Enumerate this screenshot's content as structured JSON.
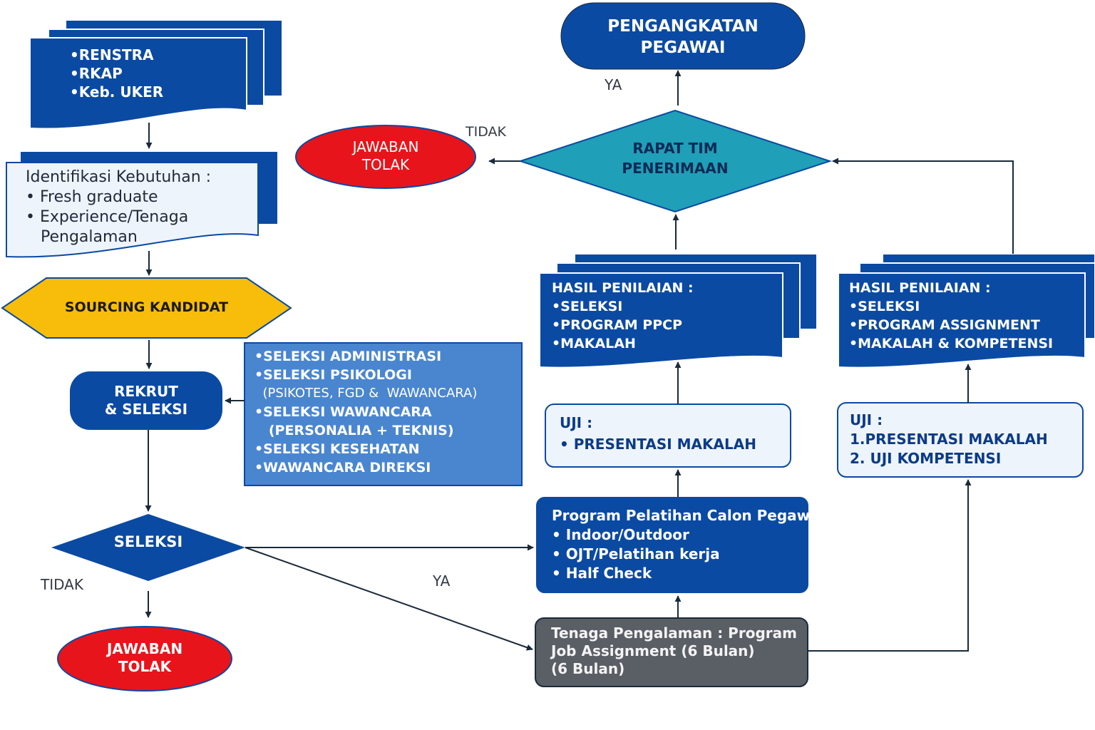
{
  "colors": {
    "dark_blue": "#0b4aa2",
    "mid_blue": "#4a86cf",
    "teal": "#1f9fb8",
    "gold": "#f7bd0a",
    "red": "#e8141b",
    "gray": "#5a5f66",
    "light_fill": "#eef4fc",
    "line": "#1a2a3a"
  },
  "renstra": {
    "items": [
      "•RENSTRA",
      "•RKAP",
      "•Keb. UKER"
    ]
  },
  "identifikasi": {
    "title": "Identifikasi Kebutuhan :",
    "items": [
      "• Fresh graduate",
      "• Experience/Tenaga",
      "   Pengalaman"
    ]
  },
  "sourcing": {
    "label": "SOURCING KANDIDAT"
  },
  "rekrut": {
    "line1": "REKRUT",
    "line2": "& SELEKSI"
  },
  "seleksi_list": {
    "items": [
      "•SELEKSI ADMINISTRASI",
      "•SELEKSI PSIKOLOGI",
      "  (PSIKOTES, FGD &  WAWANCARA)",
      "•SELEKSI WAWANCARA",
      "   (PERSONALIA + TEKNIS)",
      "•SELEKSI KESEHATAN",
      "•WAWANCARA DIREKSI"
    ]
  },
  "seleksi": {
    "label": "SELEKSI"
  },
  "tidak_left": "TIDAK",
  "ya_middle": "YA",
  "jawaban_bottom": {
    "line1": "JAWABAN",
    "line2": "TOLAK"
  },
  "program_pelatihan": {
    "title": "Program Pelatihan Calon Pegawai",
    "items": [
      "• Indoor/Outdoor",
      "• OJT/Pelatihan kerja",
      "• Half Check"
    ]
  },
  "tenaga": {
    "lines": [
      "Tenaga Pengalaman : Program",
      "Job Assignment (6 Bulan)",
      "(6 Bulan)"
    ]
  },
  "uji_left": {
    "title": "UJI :",
    "items": [
      "• PRESENTASI MAKALAH"
    ]
  },
  "uji_right": {
    "title": "UJI :",
    "items": [
      "1.PRESENTASI MAKALAH",
      "2. UJI KOMPETENSI"
    ]
  },
  "hasil_left": {
    "title": "HASIL PENILAIAN :",
    "items": [
      "•SELEKSI",
      "•PROGRAM PPCP",
      "•MAKALAH"
    ]
  },
  "hasil_right": {
    "title": "HASIL PENILAIAN :",
    "items": [
      "•SELEKSI",
      "•PROGRAM ASSIGNMENT",
      "•MAKALAH & KOMPETENSI"
    ]
  },
  "rapat": {
    "line1": "RAPAT TIM",
    "line2": "PENERIMAAN"
  },
  "tidak_top": "TIDAK",
  "ya_top": "YA",
  "jawaban_top": {
    "line1": "JAWABAN",
    "line2": "TOLAK"
  },
  "pengangkatan": {
    "line1": "PENGANGKATAN",
    "line2": "PEGAWAI"
  }
}
